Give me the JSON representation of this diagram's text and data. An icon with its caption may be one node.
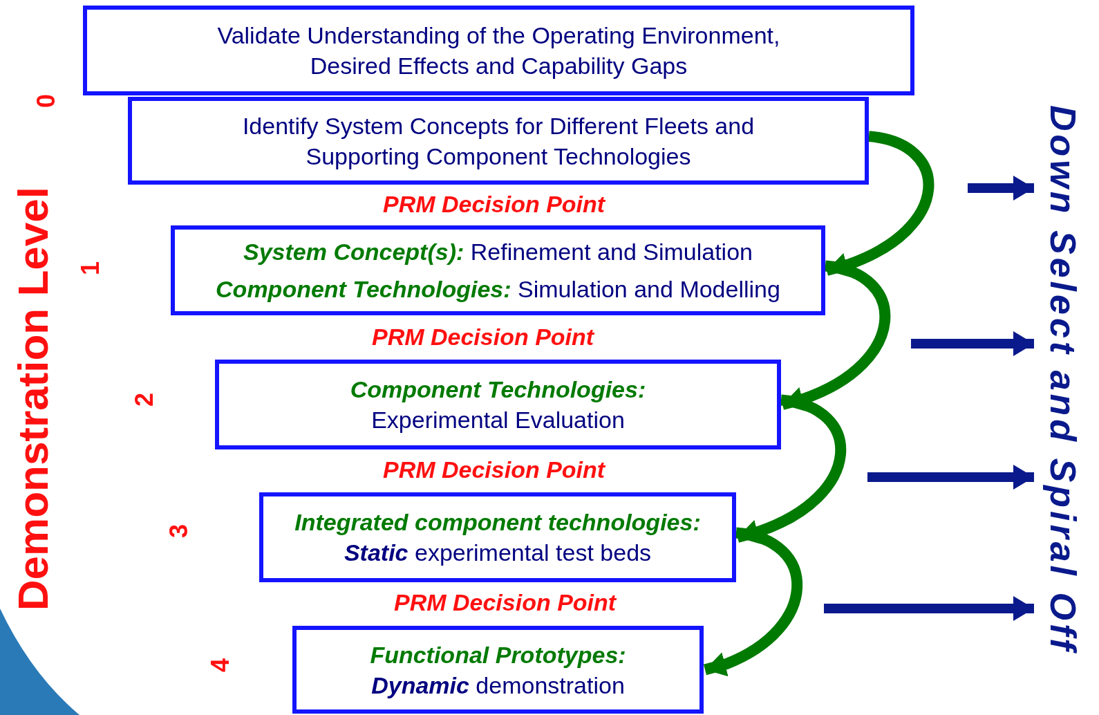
{
  "diagram": {
    "nodes": [
      {
        "text": [
          "Validate Understanding of the Operating Environment, Desired Effects and Capability Gaps"
        ]
      },
      {
        "text": [
          "Identify System Concepts for Different Fleets and Supporting Component Technologies"
        ]
      },
      {
        "text": [
          "**System Concept(s):** Refinement and Simulation",
          "**Component Technologies:** Simulation and Modelling"
        ]
      },
      {
        "text": [
          "Component Technologies:",
          "Experimental Evaluation"
        ]
      },
      {
        "text": [
          "Integrated component technologies:",
          "*Static* experimental test beds"
        ]
      },
      {
        "text": [
          "Functional Prototypes:",
          "*Dynamic* demonstration"
        ]
      },
      {
        "text": [
          "Down Select and Spiral Off"
        ]
      }
    ],
    "edges": [
      {
        "from": 1,
        "to": 2,
        "arrow": "to",
        "color": "#007a00"
      },
      {
        "from": null,
        "to": 6,
        "arrow": "to",
        "color": "#0a1a8c"
      },
      {
        "from": 2,
        "to": 3,
        "arrow": "to",
        "color": "#007a00"
      },
      {
        "from": null,
        "to": 6,
        "arrow": "to",
        "color": "#0a1a8c"
      },
      {
        "from": 3,
        "to": 4,
        "arrow": "to",
        "color": "#007a00"
      },
      {
        "from": null,
        "to": 6,
        "arrow": "to",
        "color": "#0a1a8c"
      },
      {
        "from": 4,
        "to": 5,
        "arrow": "to",
        "color": "#007a00"
      },
      {
        "from": null,
        "to": 6,
        "arrow": "to",
        "color": "#0a1a8c"
      }
    ],
    "labels": [
      "Demonstration Level",
      "0",
      "PRM Decision Point",
      "1",
      "PRM Decision Point",
      "2",
      "PRM Decision Point",
      "3",
      "PRM Decision Point",
      "4"
    ]
  }
}
